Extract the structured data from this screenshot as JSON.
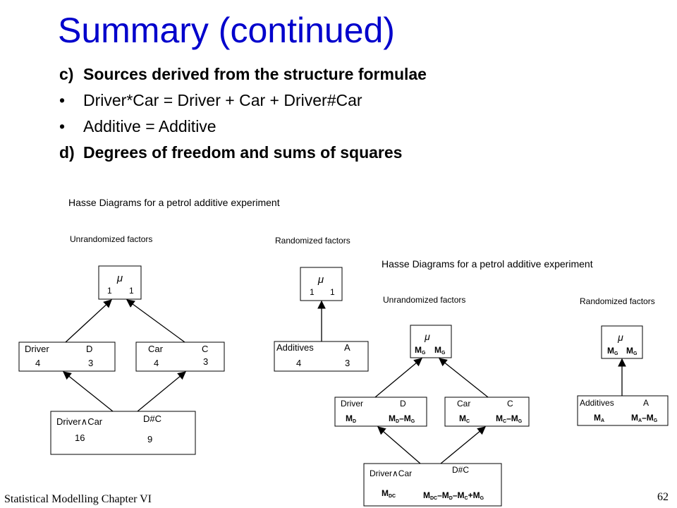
{
  "title": "Summary (continued)",
  "bullets": [
    {
      "marker": "c)",
      "text": "Sources derived from the structure formulae",
      "bold": true
    },
    {
      "marker": "•",
      "text": "Driver*Car = Driver + Car + Driver#Car",
      "bold": false
    },
    {
      "marker": "•",
      "text": "Additive = Additive",
      "bold": false
    },
    {
      "marker": "d)",
      "text": "Degrees of freedom and sums of squares",
      "bold": true
    }
  ],
  "left_figure": {
    "title": "Hasse Diagrams for a petrol additive experiment",
    "unrandomized_label": "Unrandomized factors",
    "randomized_label": "Randomized factors",
    "mu": {
      "symbol": "μ",
      "left": "1",
      "right": "1"
    },
    "driver": {
      "name": "Driver",
      "abbr": "D",
      "levels": "4",
      "df": "3"
    },
    "car": {
      "name": "Car",
      "abbr": "C",
      "levels": "4",
      "df": "3"
    },
    "driver_car": {
      "name_a": "Driver",
      "op": "∧",
      "name_b": "Car",
      "abbr": "D#C",
      "levels": "16",
      "df": "9"
    },
    "mu_r": {
      "symbol": "μ",
      "left": "1",
      "right": "1"
    },
    "additives": {
      "name": "Additives",
      "abbr": "A",
      "levels": "4",
      "df": "3"
    }
  },
  "right_figure": {
    "title": "Hasse Diagrams for a petrol additive experiment",
    "unrandomized_label": "Unrandomized factors",
    "randomized_label": "Randomized factors",
    "mu": {
      "symbol": "μ",
      "left": "M",
      "left_sub": "G",
      "right": "M",
      "right_sub": "G"
    },
    "driver": {
      "name": "Driver",
      "abbr": "D",
      "ss_a": "M",
      "ss_a_sub": "D",
      "ss_b": "M",
      "ss_b_sub": "D",
      "ss_b2": "–M",
      "ss_b2_sub": "G"
    },
    "car": {
      "name": "Car",
      "abbr": "C",
      "ss_a": "M",
      "ss_a_sub": "C",
      "ss_b": "M",
      "ss_b_sub": "C",
      "ss_b2": "–M",
      "ss_b2_sub": "G"
    },
    "driver_car": {
      "name_a": "Driver",
      "op": "∧",
      "name_b": "Car",
      "abbr": "D#C",
      "ss_a": "M",
      "ss_a_sub": "DC",
      "t1": "M",
      "t1_sub": "DC",
      "t2": "–M",
      "t2_sub": "D",
      "t3": "–M",
      "t3_sub": "C",
      "t4": "+M",
      "t4_sub": "G"
    },
    "mu_r": {
      "symbol": "μ",
      "left": "M",
      "left_sub": "G",
      "right": "M",
      "right_sub": "G"
    },
    "additives": {
      "name": "Additives",
      "abbr": "A",
      "ss_a": "M",
      "ss_a_sub": "A",
      "ss_b": "M",
      "ss_b_sub": "A",
      "ss_b2": "–M",
      "ss_b2_sub": "G"
    }
  },
  "footer": {
    "left": "Statistical Modelling   Chapter VI",
    "page": "62"
  }
}
